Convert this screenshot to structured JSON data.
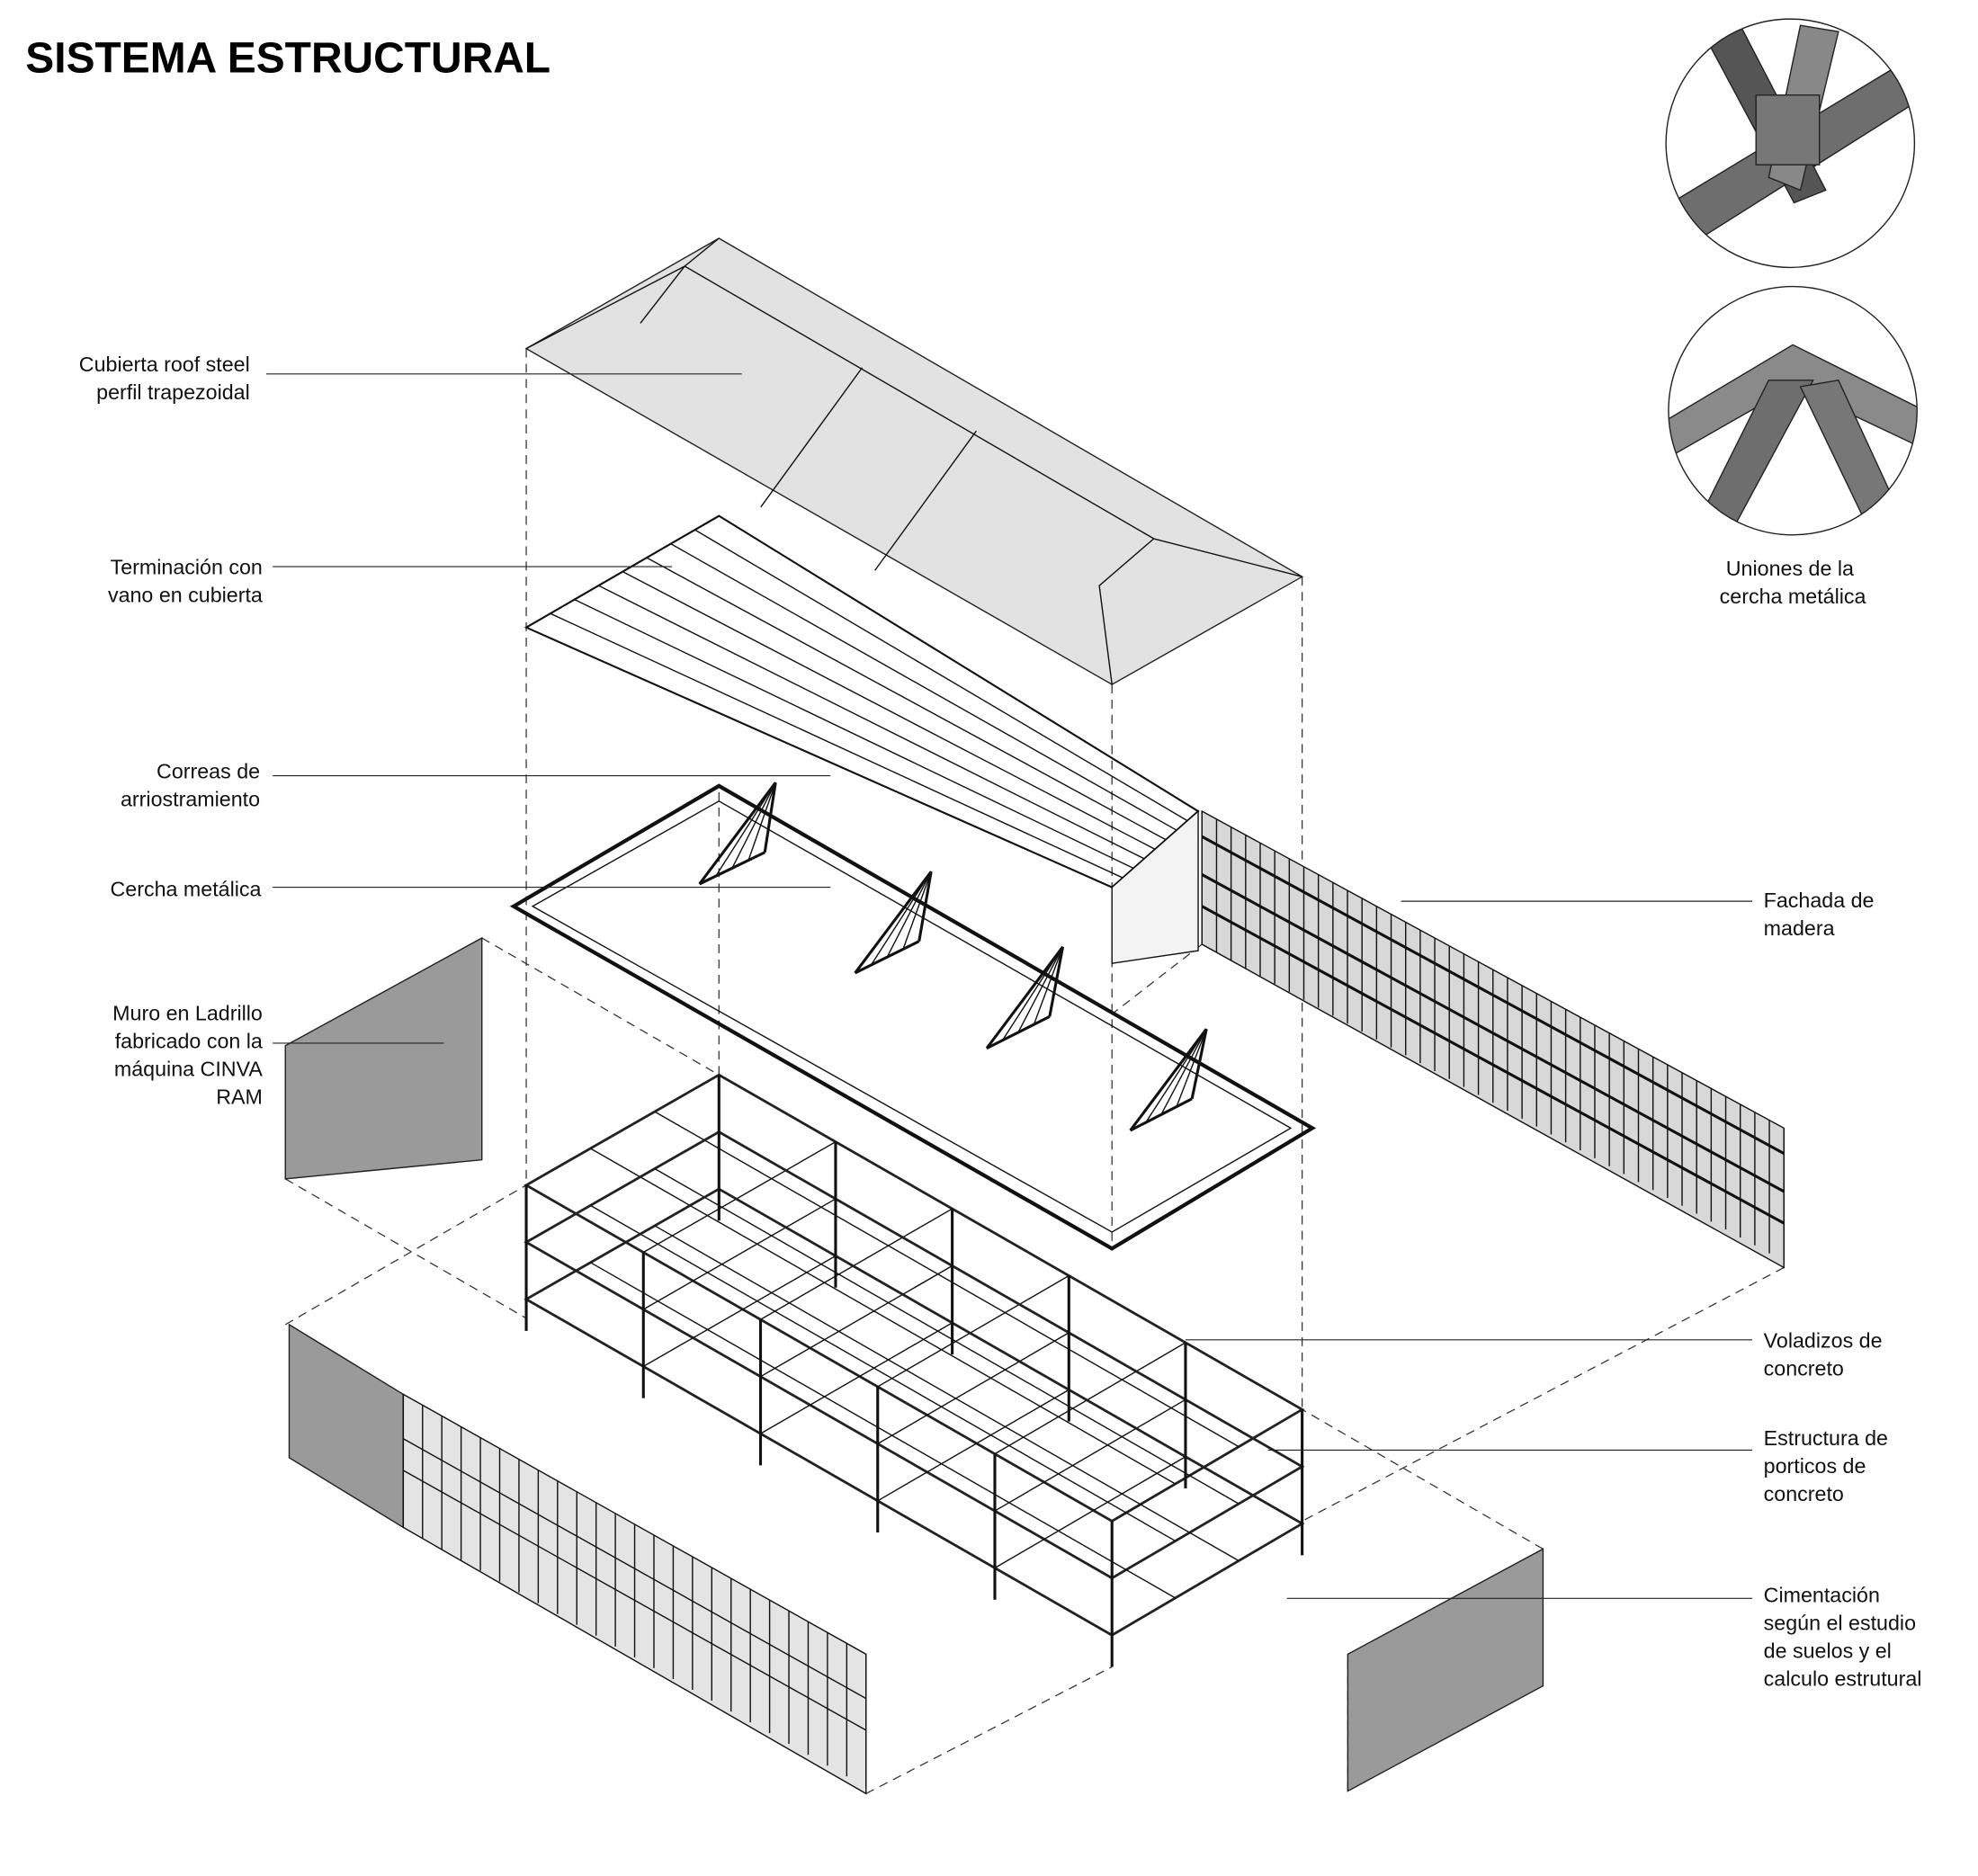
{
  "title": "SISTEMA ESTRUCTURAL",
  "labels_left": [
    {
      "lines": [
        "Cubierta roof steel",
        "perfil trapezoidal"
      ]
    },
    {
      "lines": [
        "Terminación con",
        "vano en cubierta"
      ]
    },
    {
      "lines": [
        "Correas de",
        "arriostramiento"
      ]
    },
    {
      "lines": [
        "Cercha metálica"
      ]
    },
    {
      "lines": [
        "Muro en Ladrillo",
        "fabricado con la",
        "máquina CINVA",
        "RAM"
      ]
    }
  ],
  "labels_right": [
    {
      "lines": [
        "Fachada de",
        "madera"
      ]
    },
    {
      "lines": [
        "Voladizos de",
        "concreto"
      ]
    },
    {
      "lines": [
        "Estructura de",
        "porticos de",
        "concreto"
      ]
    },
    {
      "lines": [
        "Cimentación",
        "según el estudio",
        "de suelos y el",
        "calculo estrutural"
      ]
    }
  ],
  "details_caption": [
    "Uniones de la",
    "cercha metálica"
  ],
  "colors": {
    "roof": "#e2e2e2",
    "brick": "#9a9a9a",
    "steel": "#6e6e6e",
    "line": "#111111"
  }
}
